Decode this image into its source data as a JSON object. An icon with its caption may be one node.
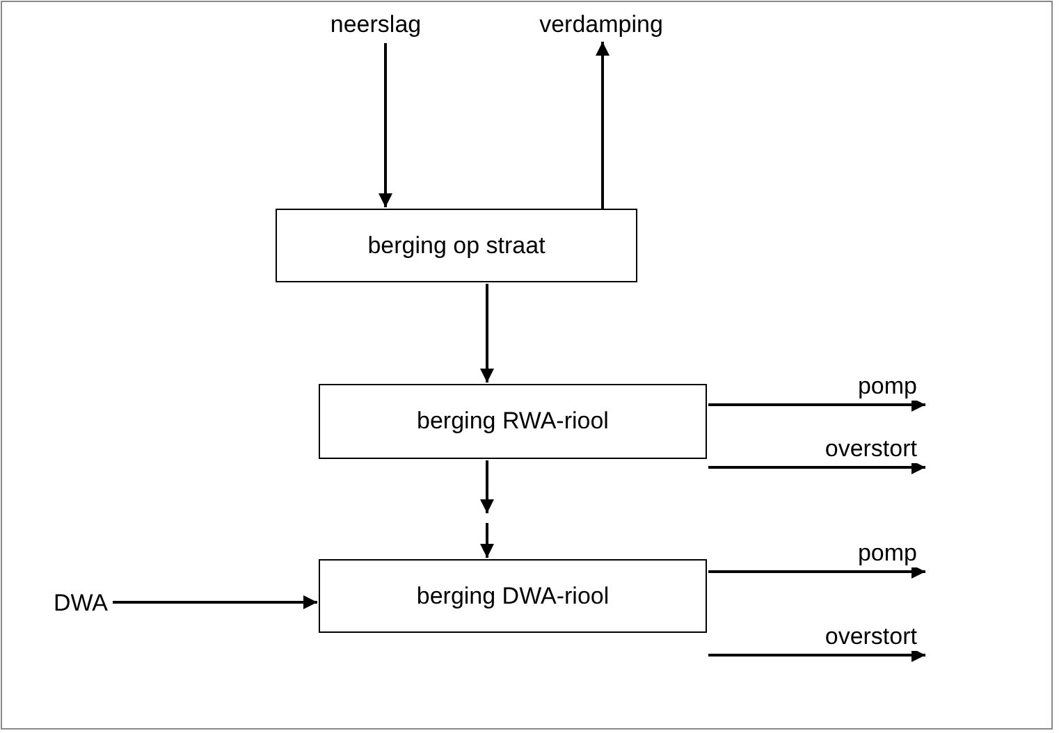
{
  "diagram": {
    "nodes": [
      {
        "text": [
          "neerslag"
        ]
      },
      {
        "text": [
          "verdamping"
        ]
      },
      {
        "text": [
          "berging op straat"
        ]
      },
      {
        "text": [
          "berging RWA-riool"
        ]
      },
      {
        "text": [
          "berging DWA-riool"
        ]
      },
      {
        "text": [
          "DWA"
        ]
      }
    ],
    "edges": [
      {
        "from": 0,
        "to": 2,
        "arrow": "to"
      },
      {
        "from": 2,
        "to": 1,
        "arrow": "to"
      },
      {
        "from": 2,
        "to": 3,
        "arrow": "to"
      },
      {
        "from": 3,
        "to": null,
        "arrow": "to"
      },
      {
        "from": null,
        "to": 4,
        "arrow": "to"
      },
      {
        "from": 5,
        "to": 4,
        "arrow": "to"
      },
      {
        "from": 3,
        "to": null,
        "label": "pomp",
        "arrow": "to"
      },
      {
        "from": 3,
        "to": null,
        "label": "overstort",
        "arrow": "to"
      },
      {
        "from": 4,
        "to": null,
        "label": "pomp",
        "arrow": "to"
      },
      {
        "from": 4,
        "to": null,
        "label": "overstort",
        "arrow": "to"
      }
    ]
  }
}
